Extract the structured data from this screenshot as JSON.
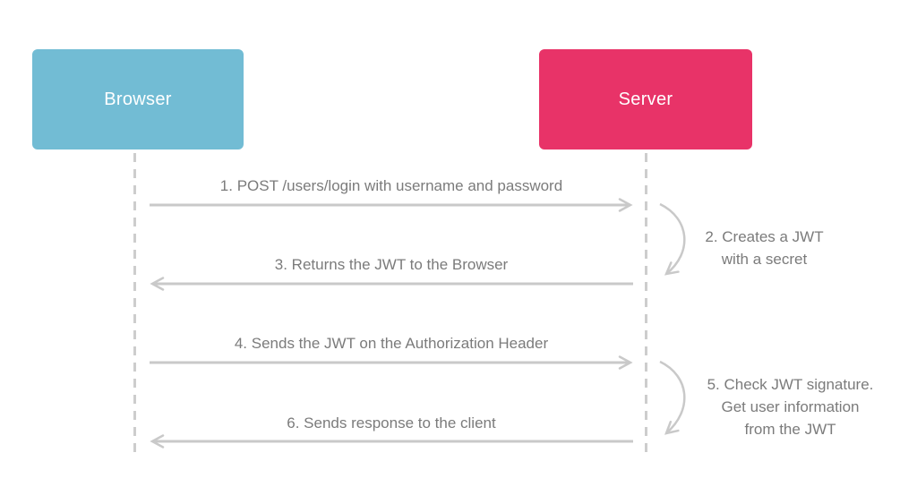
{
  "actors": [
    {
      "id": "browser",
      "label": "Browser",
      "color": "#72BCD4"
    },
    {
      "id": "server",
      "label": "Server",
      "color": "#E83368"
    }
  ],
  "messages": [
    {
      "number": 1,
      "label": "1. POST /users/login with username and password",
      "from": "browser",
      "to": "server",
      "direction": "right"
    },
    {
      "number": 3,
      "label": "3. Returns the JWT to the Browser",
      "from": "server",
      "to": "browser",
      "direction": "left"
    },
    {
      "number": 4,
      "label": "4. Sends the JWT on the Authorization Header",
      "from": "browser",
      "to": "server",
      "direction": "right"
    },
    {
      "number": 6,
      "label": "6. Sends response to the client",
      "from": "server",
      "to": "browser",
      "direction": "left"
    }
  ],
  "self_actions": [
    {
      "number": 2,
      "actor": "server",
      "label": "2. Creates a JWT\nwith a secret"
    },
    {
      "number": 5,
      "actor": "server",
      "label": "5. Check JWT signature.\nGet user information\nfrom the JWT"
    }
  ],
  "colors": {
    "browser_box": "#72BCD4",
    "server_box": "#E83368",
    "box_text": "#FFFFFF",
    "label_text": "#7B7B7B",
    "line": "#C9C9C9",
    "lifeline": "#CDCDCD",
    "background": "#FFFFFF"
  }
}
